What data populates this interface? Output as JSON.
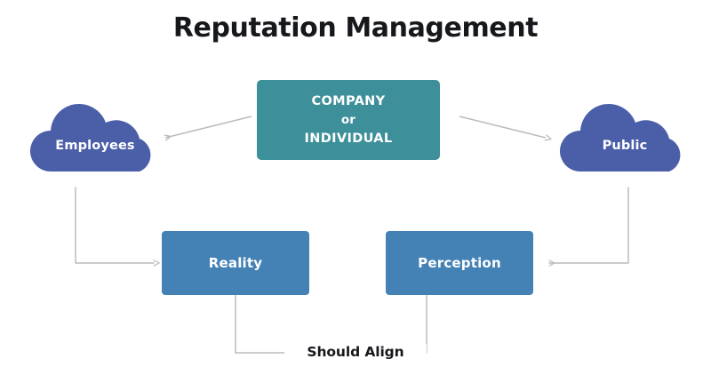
{
  "page": {
    "title": "Reputation Management",
    "background_color": "#ffffff"
  },
  "colors": {
    "teal": "#3d8f99",
    "cloud_blue": "#4a5fa8",
    "box_blue": "#4482b6",
    "connector_gray": "#bcbcbc",
    "text_dark": "#16181c",
    "text_light": "#ffffff"
  },
  "diagram": {
    "type": "flow-diagram",
    "center_node": {
      "name": "company-or-individual",
      "line1": "COMPANY",
      "line2": "or",
      "line3": "INDIVIDUAL",
      "shape": "rounded-rectangle",
      "color": "#3d8f99"
    },
    "cloud_nodes": [
      {
        "name": "employees",
        "label": "Employees",
        "shape": "cloud",
        "color": "#4a5fa8",
        "side": "left"
      },
      {
        "name": "public",
        "label": "Public",
        "shape": "cloud",
        "color": "#4a5fa8",
        "side": "right"
      }
    ],
    "outcome_nodes": [
      {
        "name": "reality",
        "label": "Reality",
        "shape": "rounded-rectangle",
        "color": "#4482b6",
        "side": "left"
      },
      {
        "name": "perception",
        "label": "Perception",
        "shape": "rounded-rectangle",
        "color": "#4482b6",
        "side": "right"
      }
    ],
    "relation_label": "Should Align",
    "connections": [
      {
        "from": "company-or-individual",
        "to": "employees",
        "style": "arrow-diagonal"
      },
      {
        "from": "company-or-individual",
        "to": "public",
        "style": "arrow-diagonal"
      },
      {
        "from": "employees",
        "to": "reality",
        "style": "elbow-arrow"
      },
      {
        "from": "public",
        "to": "perception",
        "style": "elbow-arrow"
      },
      {
        "from": "reality",
        "to": "perception",
        "style": "bracket-should-align"
      }
    ]
  }
}
